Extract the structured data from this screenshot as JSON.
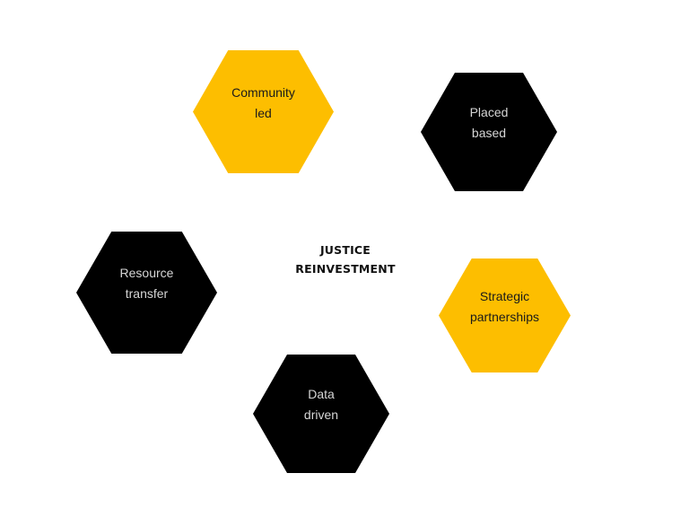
{
  "diagram": {
    "center": {
      "line1": "JUSTICE",
      "line2": "REINVESTMENT"
    },
    "nodes": [
      {
        "id": "community-led",
        "line1": "Community",
        "line2": "led",
        "color": "#FDBE00",
        "text_color": "#1a1a1a"
      },
      {
        "id": "placed-based",
        "line1": "Placed",
        "line2": "based",
        "color": "#000000",
        "text_color": "#d6d6d6"
      },
      {
        "id": "resource-transfer",
        "line1": "Resource",
        "line2": "transfer",
        "color": "#000000",
        "text_color": "#d6d6d6"
      },
      {
        "id": "strategic-partnerships",
        "line1": "Strategic",
        "line2": "partnerships",
        "color": "#FDBE00",
        "text_color": "#1a1a1a"
      },
      {
        "id": "data-driven",
        "line1": "Data",
        "line2": "driven",
        "color": "#000000",
        "text_color": "#d6d6d6"
      }
    ]
  }
}
